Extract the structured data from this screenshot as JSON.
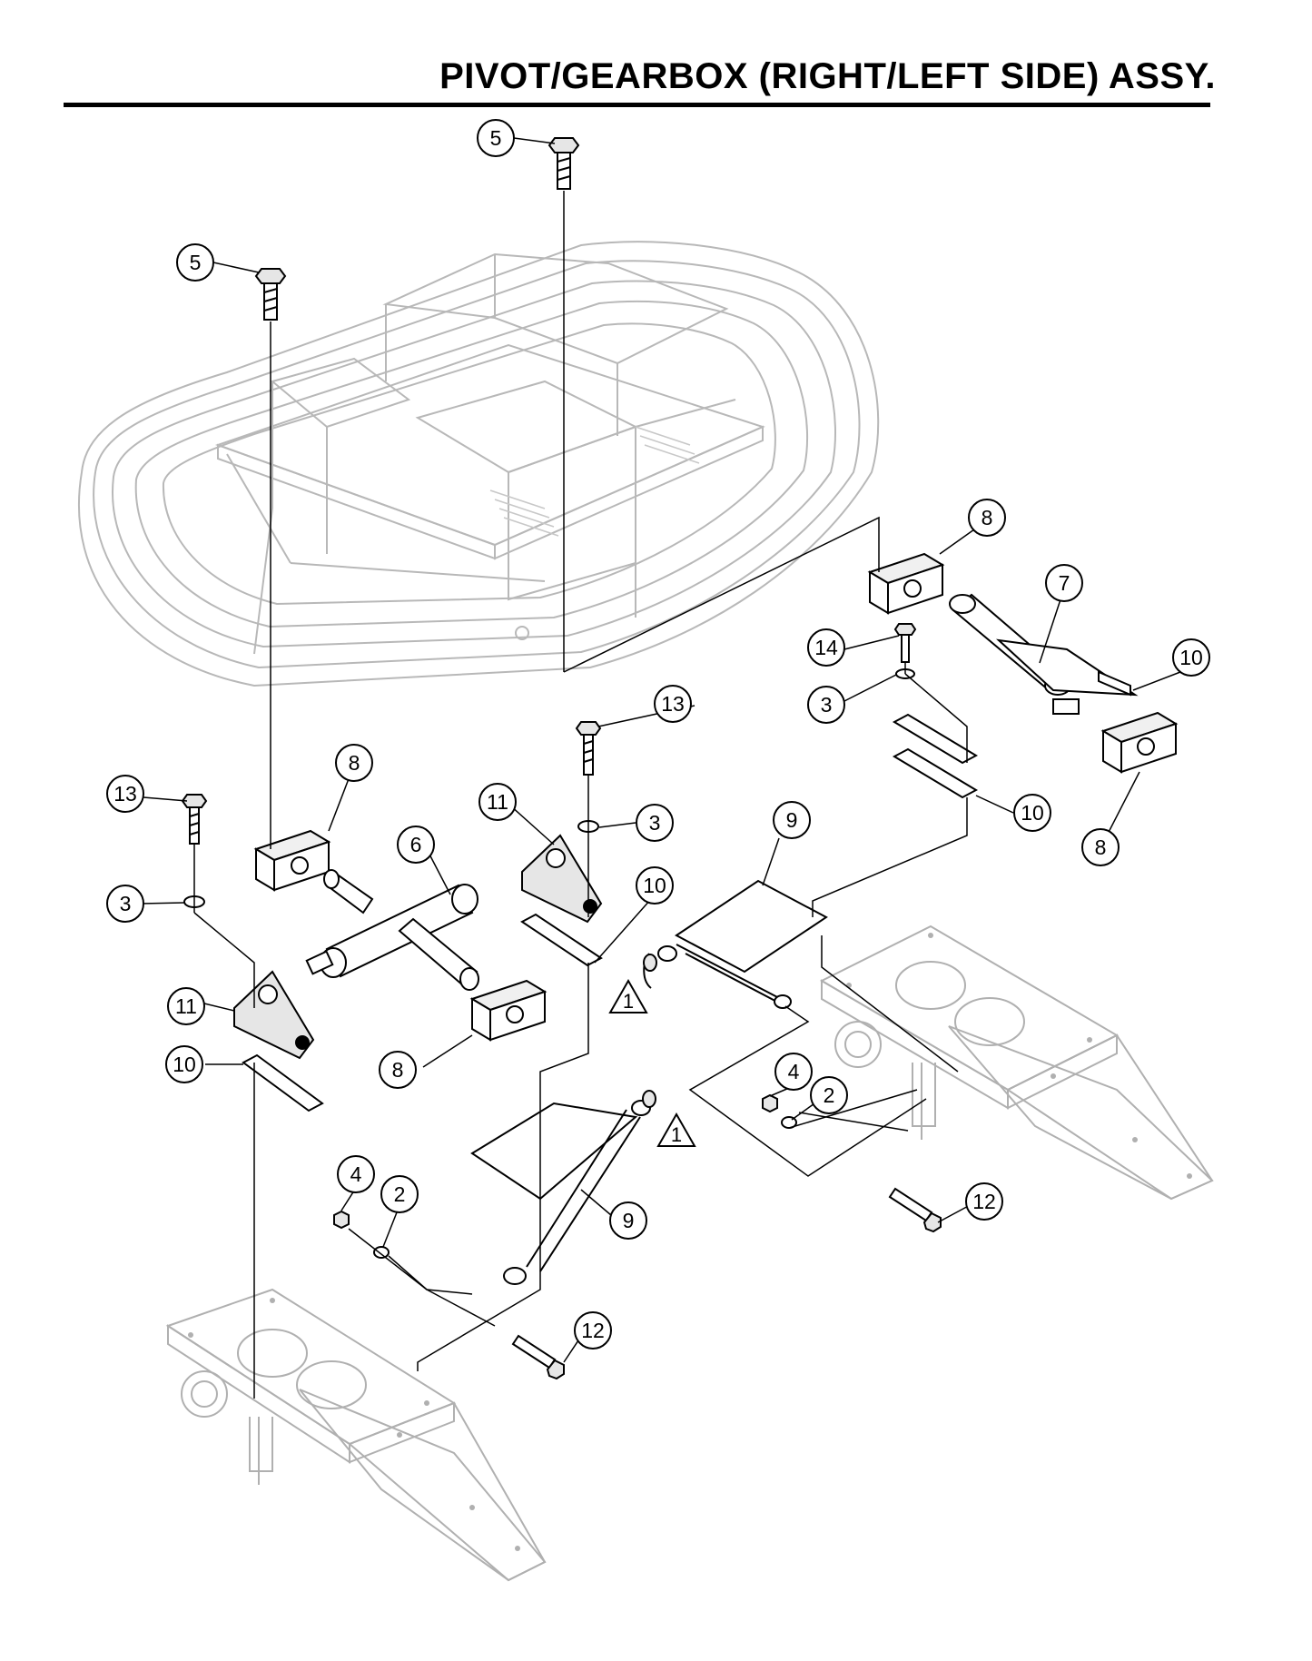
{
  "title": "PIVOT/GEARBOX (RIGHT/LEFT SIDE) ASSY.",
  "callouts": [
    {
      "id": "c5a",
      "label": "5"
    },
    {
      "id": "c5b",
      "label": "5"
    },
    {
      "id": "c8a",
      "label": "8"
    },
    {
      "id": "c7",
      "label": "7"
    },
    {
      "id": "c14",
      "label": "14"
    },
    {
      "id": "c10a",
      "label": "10"
    },
    {
      "id": "c3a",
      "label": "3"
    },
    {
      "id": "c10b",
      "label": "10"
    },
    {
      "id": "c8b",
      "label": "8"
    },
    {
      "id": "c13a",
      "label": "13"
    },
    {
      "id": "c8c",
      "label": "8"
    },
    {
      "id": "c11a",
      "label": "11"
    },
    {
      "id": "c3b",
      "label": "3"
    },
    {
      "id": "c13b",
      "label": "13"
    },
    {
      "id": "c6",
      "label": "6"
    },
    {
      "id": "c9a",
      "label": "9"
    },
    {
      "id": "c10c",
      "label": "10"
    },
    {
      "id": "c3c",
      "label": "3"
    },
    {
      "id": "c11b",
      "label": "11"
    },
    {
      "id": "c8d",
      "label": "8"
    },
    {
      "id": "c10d",
      "label": "10"
    },
    {
      "id": "c4a",
      "label": "4"
    },
    {
      "id": "c2a",
      "label": "2"
    },
    {
      "id": "c12a",
      "label": "12"
    },
    {
      "id": "c4b",
      "label": "4"
    },
    {
      "id": "c2b",
      "label": "2"
    },
    {
      "id": "c9b",
      "label": "9"
    },
    {
      "id": "c12b",
      "label": "12"
    }
  ],
  "warnings": [
    {
      "id": "w1",
      "label": "1"
    },
    {
      "id": "w2",
      "label": "1"
    }
  ]
}
